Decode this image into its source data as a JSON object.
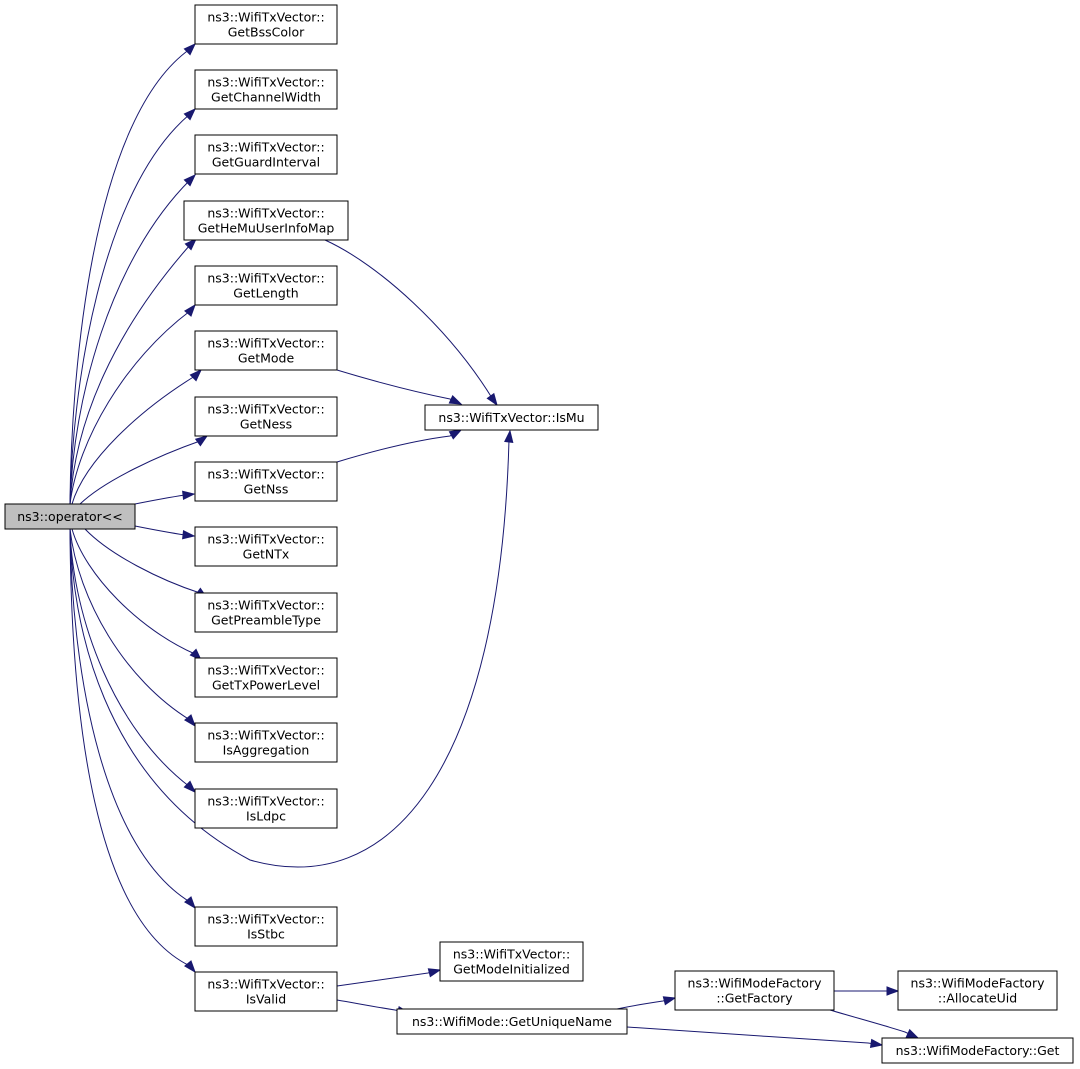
{
  "graph": {
    "colors": {
      "edge": "#191970",
      "node_fill": "#ffffff",
      "root_fill": "#bfbfbf",
      "node_border": "#000000"
    },
    "nodes": {
      "operator": {
        "lines": [
          "ns3::operator<<"
        ],
        "root": true
      },
      "getBssColor": {
        "lines": [
          "ns3::WifiTxVector::",
          "GetBssColor"
        ]
      },
      "getChannelWidth": {
        "lines": [
          "ns3::WifiTxVector::",
          "GetChannelWidth"
        ]
      },
      "getGuardInterval": {
        "lines": [
          "ns3::WifiTxVector::",
          "GetGuardInterval"
        ]
      },
      "getHeMuUserInfoMap": {
        "lines": [
          "ns3::WifiTxVector::",
          "GetHeMuUserInfoMap"
        ]
      },
      "getLength": {
        "lines": [
          "ns3::WifiTxVector::",
          "GetLength"
        ]
      },
      "getMode": {
        "lines": [
          "ns3::WifiTxVector::",
          "GetMode"
        ]
      },
      "getNess": {
        "lines": [
          "ns3::WifiTxVector::",
          "GetNess"
        ]
      },
      "getNss": {
        "lines": [
          "ns3::WifiTxVector::",
          "GetNss"
        ]
      },
      "getNTx": {
        "lines": [
          "ns3::WifiTxVector::",
          "GetNTx"
        ]
      },
      "getPreambleType": {
        "lines": [
          "ns3::WifiTxVector::",
          "GetPreambleType"
        ]
      },
      "getTxPowerLevel": {
        "lines": [
          "ns3::WifiTxVector::",
          "GetTxPowerLevel"
        ]
      },
      "isAggregation": {
        "lines": [
          "ns3::WifiTxVector::",
          "IsAggregation"
        ]
      },
      "isLdpc": {
        "lines": [
          "ns3::WifiTxVector::",
          "IsLdpc"
        ]
      },
      "isStbc": {
        "lines": [
          "ns3::WifiTxVector::",
          "IsStbc"
        ]
      },
      "isValid": {
        "lines": [
          "ns3::WifiTxVector::",
          "IsValid"
        ]
      },
      "isMu": {
        "lines": [
          "ns3::WifiTxVector::IsMu"
        ]
      },
      "getModeInitialized": {
        "lines": [
          "ns3::WifiTxVector::",
          "GetModeInitialized"
        ]
      },
      "getUniqueName": {
        "lines": [
          "ns3::WifiMode::GetUniqueName"
        ]
      },
      "getFactory": {
        "lines": [
          "ns3::WifiModeFactory",
          "::GetFactory"
        ]
      },
      "allocateUid": {
        "lines": [
          "ns3::WifiModeFactory",
          "::AllocateUid"
        ]
      },
      "factoryGet": {
        "lines": [
          "ns3::WifiModeFactory::Get"
        ]
      }
    },
    "edges": [
      {
        "from": "operator",
        "to": "getBssColor"
      },
      {
        "from": "operator",
        "to": "getChannelWidth"
      },
      {
        "from": "operator",
        "to": "getGuardInterval"
      },
      {
        "from": "operator",
        "to": "getHeMuUserInfoMap"
      },
      {
        "from": "operator",
        "to": "getLength"
      },
      {
        "from": "operator",
        "to": "getMode"
      },
      {
        "from": "operator",
        "to": "getNess"
      },
      {
        "from": "operator",
        "to": "getNss"
      },
      {
        "from": "operator",
        "to": "getNTx"
      },
      {
        "from": "operator",
        "to": "getPreambleType"
      },
      {
        "from": "operator",
        "to": "getTxPowerLevel"
      },
      {
        "from": "operator",
        "to": "isAggregation"
      },
      {
        "from": "operator",
        "to": "isLdpc"
      },
      {
        "from": "operator",
        "to": "isMu"
      },
      {
        "from": "operator",
        "to": "isStbc"
      },
      {
        "from": "operator",
        "to": "isValid"
      },
      {
        "from": "getHeMuUserInfoMap",
        "to": "isMu"
      },
      {
        "from": "getMode",
        "to": "isMu"
      },
      {
        "from": "getNss",
        "to": "isMu"
      },
      {
        "from": "isValid",
        "to": "getModeInitialized"
      },
      {
        "from": "isValid",
        "to": "getUniqueName"
      },
      {
        "from": "getUniqueName",
        "to": "getFactory"
      },
      {
        "from": "getUniqueName",
        "to": "factoryGet"
      },
      {
        "from": "getFactory",
        "to": "allocateUid"
      },
      {
        "from": "getFactory",
        "to": "factoryGet"
      }
    ]
  }
}
